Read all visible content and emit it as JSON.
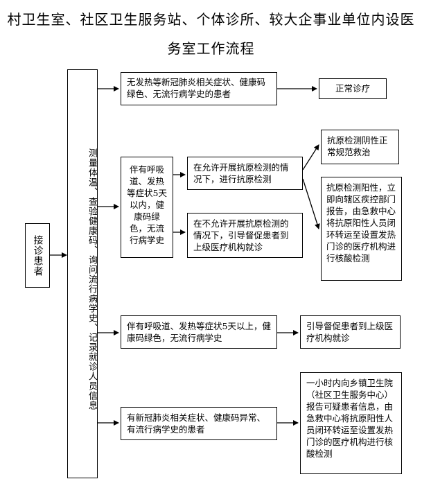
{
  "title": {
    "line1": "村卫生室、社区卫生服务站、个体诊所、较大企事业单位内设医",
    "line2": "务室工作流程"
  },
  "start": {
    "text": "接诊患者"
  },
  "measure": {
    "text": "测量体温、查验健康码、询问流行病学史、记录就诊人员信息"
  },
  "branch1": {
    "condition": "无发热等新冠肺炎相关症状、健康码绿色、无流行病学史的患者",
    "result": "正常诊疗"
  },
  "branch2": {
    "condition": "伴有呼吸道、发热等症状5天以内，健康码绿色，无流行病学史",
    "allowed": "在允许开展抗原检测的情况下，进行抗原检测",
    "not_allowed": "在不允许开展抗原检测的情况下，引导督促患者到上级医疗机构就诊",
    "negative": "抗原检测阴性正常规范救治",
    "positive": "抗原检测阳性，立即向辖区疾控部门报告，由急救中心将抗原阳性人员闭环转运至设置发热门诊的医疗机构进行核酸检测"
  },
  "branch3": {
    "condition": "伴有呼吸道、发热等症状5天以上，健康码绿色，无流行病学史",
    "result": "引导督促患者到上级医疗机构就诊"
  },
  "branch4": {
    "condition": "有新冠肺炎相关症状、健康码异常、有流行病学史的患者",
    "result": "一小时内向乡镇卫生院（社区卫生服务中心）报告可疑患者信息，由急救中心将抗原阳性人员闭环转运至设置发热门诊的医疗机构进行核酸检测"
  }
}
